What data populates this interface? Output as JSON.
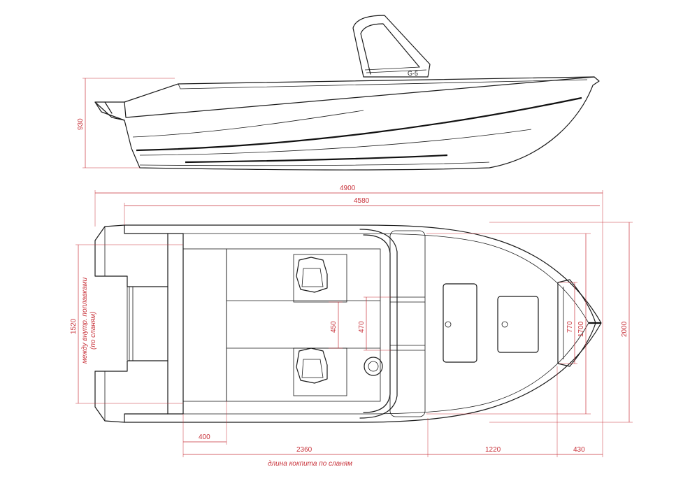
{
  "side_view": {
    "height_dim": "930",
    "windshield_badge": "G-5"
  },
  "plan_view": {
    "dims": {
      "overall_length": "4900",
      "hull_length": "4580",
      "overall_beam": "2000",
      "beam_1700": "1700",
      "beam_770": "770",
      "beam_between_sponsons": "1520",
      "seat_gap_450": "450",
      "console_470": "470",
      "transom_400": "400",
      "cockpit_2360": "2360",
      "deck_1220": "1220",
      "bow_430": "430"
    },
    "notes": {
      "between_sponsons_line1": "между внутр. поплавками",
      "between_sponsons_line2": "(по сланям)",
      "cockpit_length": "длина кокпита по сланям"
    }
  }
}
